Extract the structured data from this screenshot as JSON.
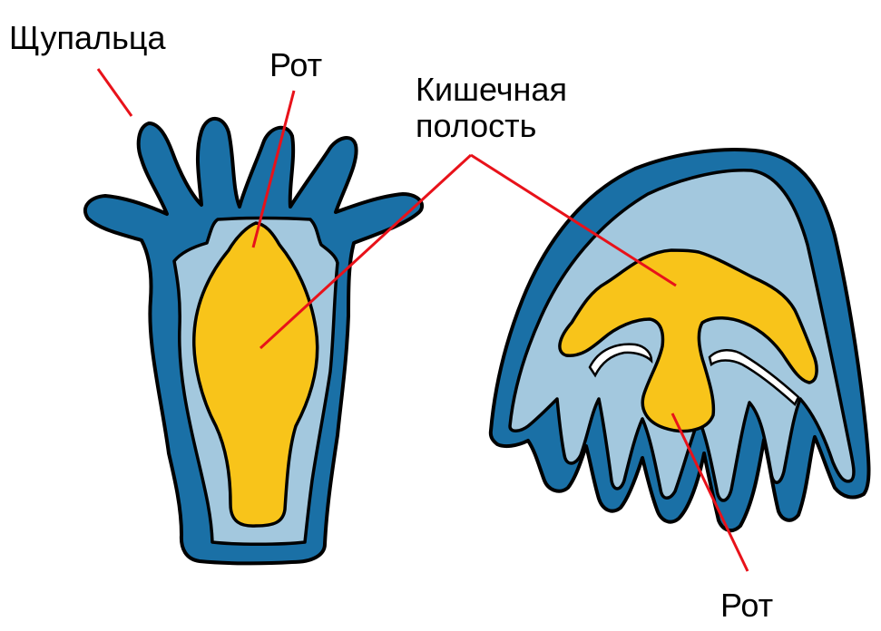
{
  "labels": {
    "tentacles": "Щупальца",
    "mouth_top": "Рот",
    "cavity_line1": "Кишечная",
    "cavity_line2": "полость",
    "mouth_bottom": "Рот"
  },
  "colors": {
    "outer_layer": "#1a70a6",
    "inner_layer": "#a3c8de",
    "gut_cavity": "#f8c41a",
    "outline": "#000000",
    "pointer_line": "#e8121a",
    "background": "#ffffff"
  }
}
